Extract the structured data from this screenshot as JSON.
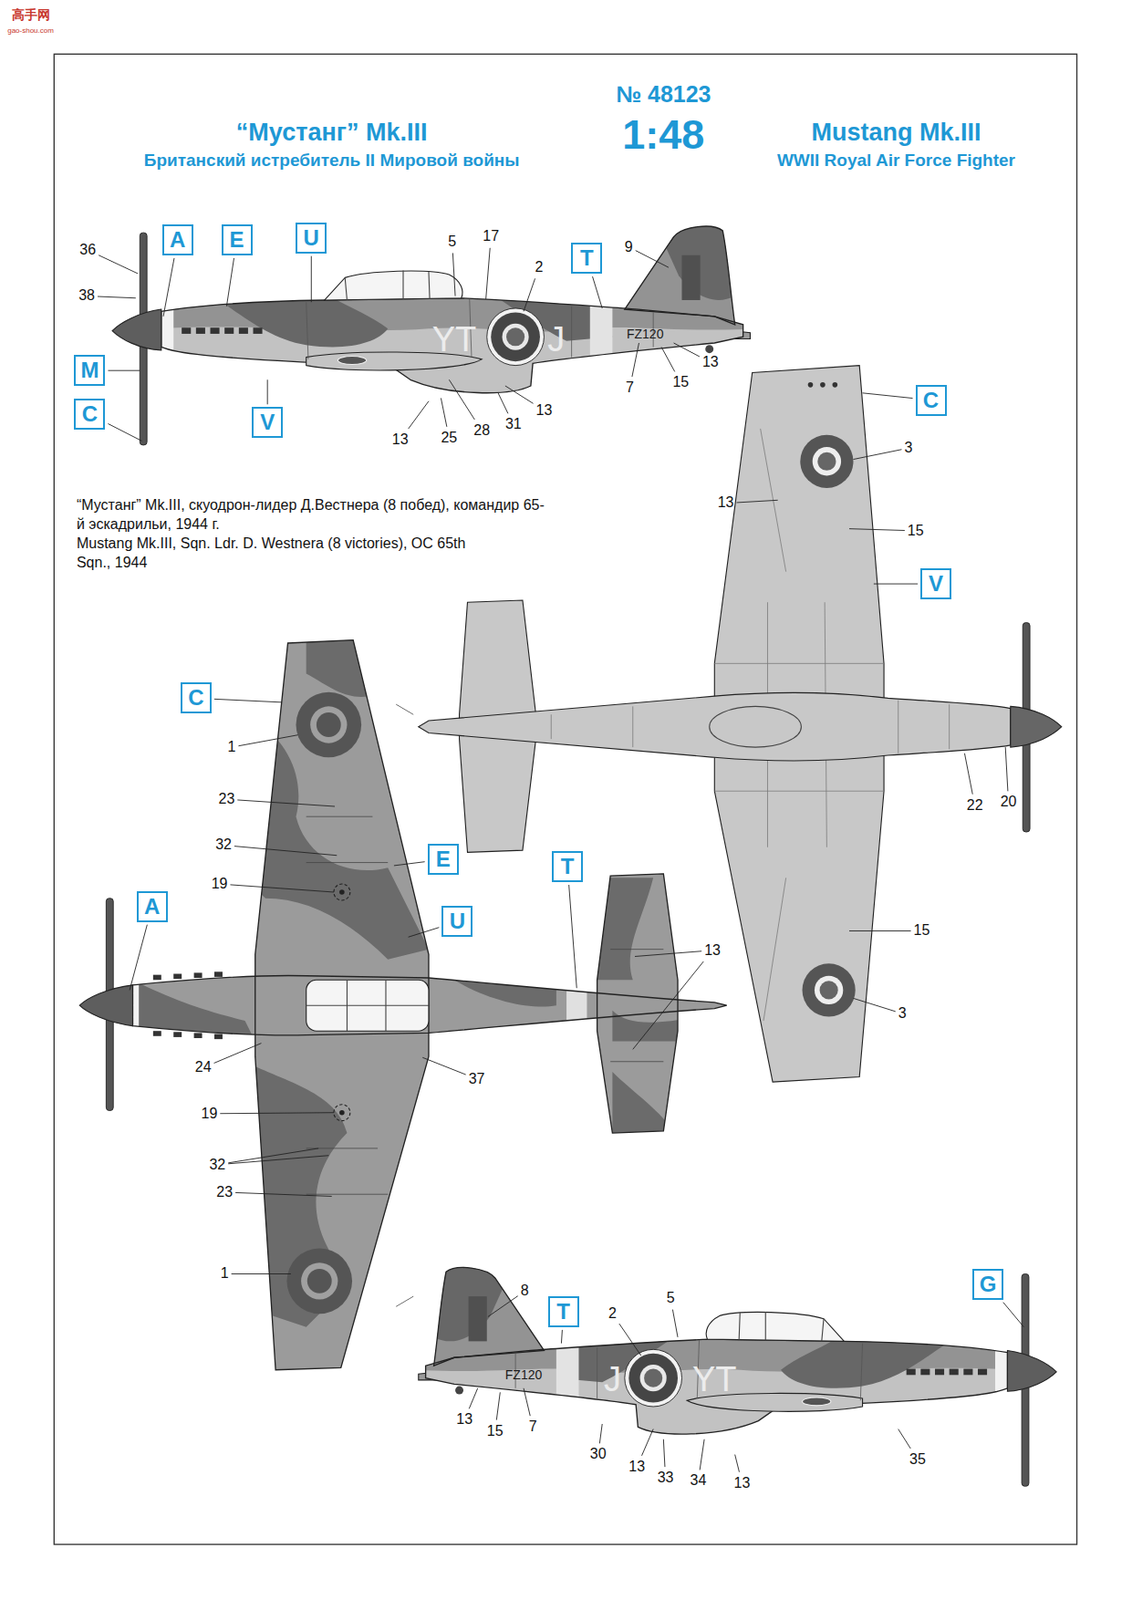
{
  "diagram": {
    "title": "“Мустанг” Mk.III",
    "caption": "“Мустанг” Mk.III, скуодрон-лидер Д.Вестнера (8 побед), командир 65-й эскадрильи, 1944 г.",
    "nodes": [
      {
        "text": [
          "A"
        ]
      },
      {
        "text": [
          "E"
        ]
      },
      {
        "text": [
          "U"
        ]
      },
      {
        "text": [
          "T"
        ]
      },
      {
        "text": [
          "M"
        ]
      },
      {
        "text": [
          "C"
        ]
      },
      {
        "text": [
          "V"
        ]
      },
      {
        "text": [
          "C"
        ]
      },
      {
        "text": [
          "V"
        ]
      },
      {
        "text": [
          "C"
        ]
      },
      {
        "text": [
          "E"
        ]
      },
      {
        "text": [
          "T"
        ]
      },
      {
        "text": [
          "A"
        ]
      },
      {
        "text": [
          "U"
        ]
      },
      {
        "text": [
          "T"
        ]
      },
      {
        "text": [
          "G"
        ]
      }
    ],
    "labels": [
      "高手网",
      "gao-shou.com",
      "№ 48123",
      "1:48",
      "Британский истребитель II Мировой войны",
      "Mustang Mk.III",
      "WWII Royal Air Force Fighter",
      "Mustang Mk.III, Sqn. Ldr. D. Westnera (8 victories), OC 65th Sqn., 1944",
      "YT",
      "J",
      "FZ120",
      "J",
      "YT",
      "FZ120",
      "36",
      "38",
      "5",
      "17",
      "2",
      "9",
      "13",
      "25",
      "28",
      "31",
      "13",
      "7",
      "15",
      "13",
      "3",
      "13",
      "15",
      "22",
      "20",
      "15",
      "3",
      "1",
      "23",
      "32",
      "19",
      "13",
      "24",
      "37",
      "19",
      "32",
      "23",
      "1",
      "8",
      "2",
      "5",
      "13",
      "15",
      "7",
      "30",
      "13",
      "33",
      "34",
      "13",
      "35"
    ]
  }
}
